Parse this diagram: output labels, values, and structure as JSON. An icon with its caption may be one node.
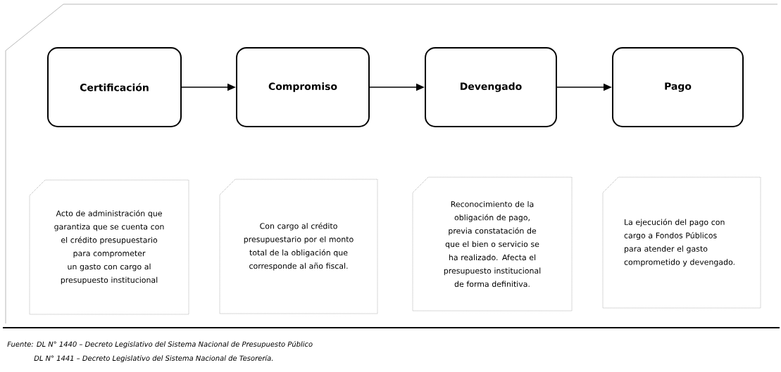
{
  "diagram": {
    "nodes": [
      {
        "text": [
          "Certificación"
        ]
      },
      {
        "text": [
          "Compromiso"
        ]
      },
      {
        "text": [
          "Devengado"
        ]
      },
      {
        "text": [
          "Pago"
        ]
      },
      {
        "text": [
          "Acto de administración que garantiza que se cuenta con el crédito presupuestario para comprometer un gasto con cargo al presupuesto institucional"
        ]
      },
      {
        "text": [
          "Con cargo al crédito presupuestario por el monto total de la obligación que corresponde al año fiscal."
        ]
      },
      {
        "text": [
          "Reconocimiento de la obligación de pago, previa constatación de que el bien o servicio se ha realizado. Afecta el presupuesto institucional de forma definitiva."
        ]
      },
      {
        "text": [
          "La ejecución del pago con cargo a Fondos Públicos para atender el gasto comprometido y devengado."
        ]
      }
    ],
    "edges": [
      {
        "from": 0,
        "to": 1,
        "arrow": "to"
      },
      {
        "from": 1,
        "to": 2,
        "arrow": "to"
      },
      {
        "from": 2,
        "to": 3,
        "arrow": "to"
      }
    ],
    "labels": [
      "Fuente: DL N° 1440 – Decreto Legislativo del Sistema Nacional de Presupuesto Público",
      "DL N° 1441 – Decreto Legislativo del Sistema Nacional de Tesorería."
    ]
  }
}
